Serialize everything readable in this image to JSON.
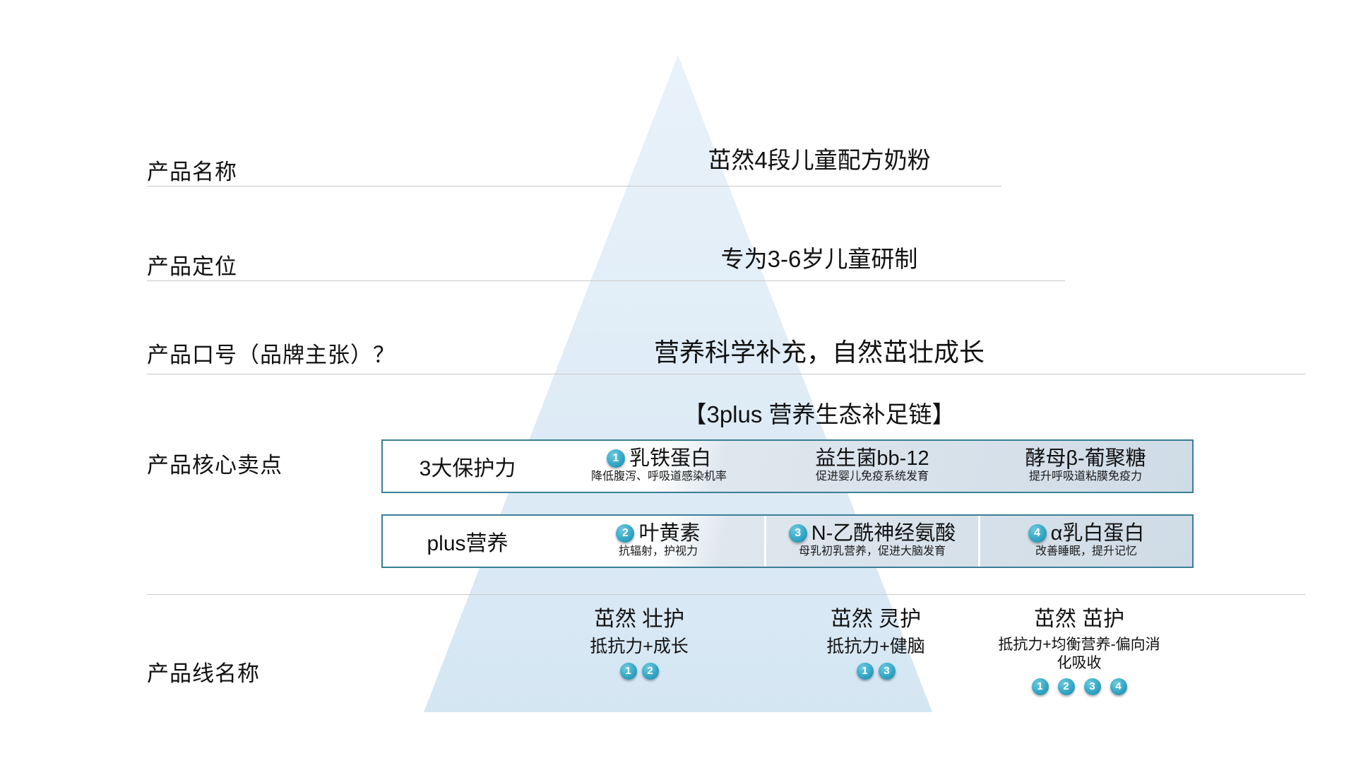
{
  "rows": [
    {
      "label": "产品名称"
    },
    {
      "label": "产品定位"
    },
    {
      "label": "产品口号（品牌主张）？"
    },
    {
      "label": "产品核心卖点"
    },
    {
      "label": "产品线名称"
    }
  ],
  "statements": {
    "product_name": "茁然4段儿童配方奶粉",
    "product_position": "专为3-6岁儿童研制",
    "product_slogan": "营养科学补充，自然茁壮成长",
    "chain_title": "【3plus 营养生态补足链】"
  },
  "bands": [
    {
      "head": "3大保护力",
      "cells": [
        {
          "badge": "1",
          "title": "乳铁蛋白",
          "desc": "降低腹泻、呼吸道感染机率"
        },
        {
          "badge": "",
          "title": "益生菌bb-12",
          "desc": "促进婴儿免疫系统发育"
        },
        {
          "badge": "",
          "title": "酵母β-葡聚糖",
          "desc": "提升呼吸道粘膜免疫力"
        }
      ]
    },
    {
      "head": "plus营养",
      "cells": [
        {
          "badge": "2",
          "title": "叶黄素",
          "desc": "抗辐射，护视力"
        },
        {
          "badge": "3",
          "title": "N-乙酰神经氨酸",
          "desc": "母乳初乳营养，促进大脑发育"
        },
        {
          "badge": "4",
          "title": "α乳白蛋白",
          "desc": "改善睡眠，提升记忆"
        }
      ]
    }
  ],
  "product_lines": [
    {
      "name": "茁然 壮护",
      "claim": "抵抗力+成长",
      "badges": [
        "1",
        "2"
      ]
    },
    {
      "name": "茁然 灵护",
      "claim": "抵抗力+健脑",
      "badges": [
        "1",
        "3"
      ]
    },
    {
      "name": "茁然 茁护",
      "claim": "抵抗力+均衡营养-偏向消化吸收",
      "badges": [
        "1",
        "2",
        "3",
        "4"
      ]
    }
  ],
  "colors": {
    "pyramid_fill": "#dceaf5",
    "box_border": "#3a7f96",
    "badge": "#34a7c6",
    "rule": "#c9c9c9"
  }
}
